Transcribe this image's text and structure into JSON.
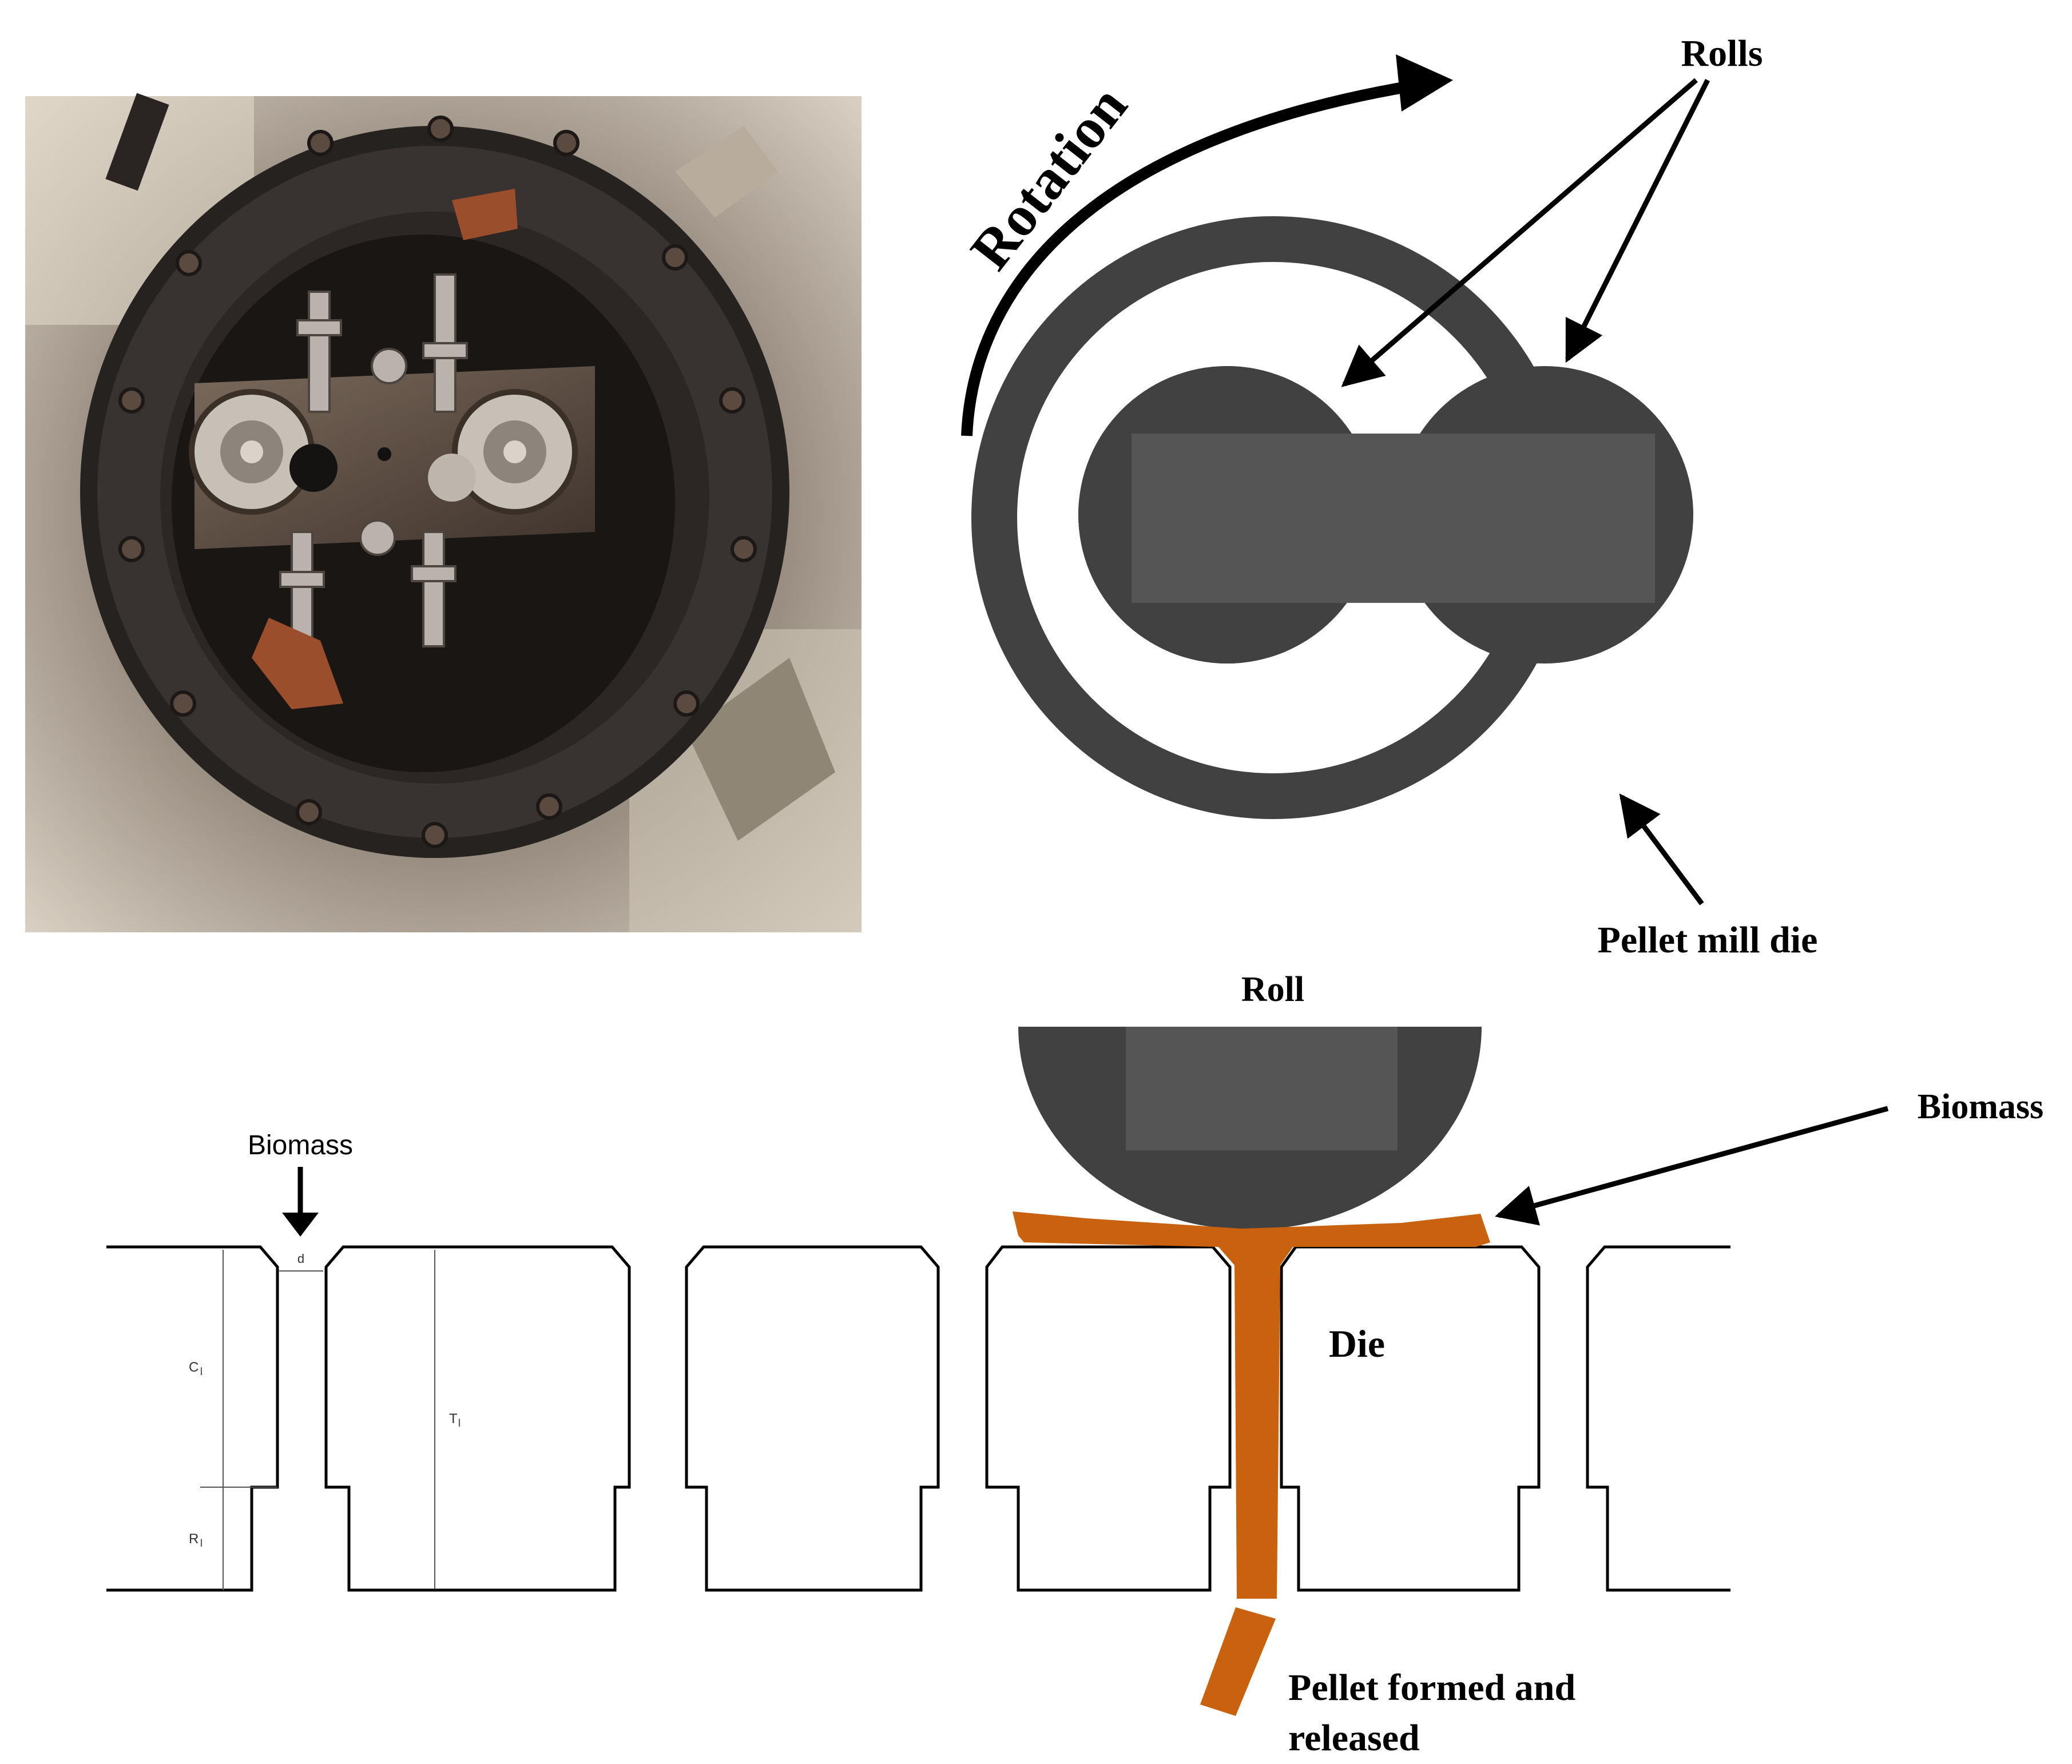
{
  "photo": {
    "alt": "Photograph of pellet mill die with two rolls"
  },
  "top_diagram": {
    "rotation_label": "Rotation",
    "rolls_label": "Rolls",
    "die_label": "Pellet mill die"
  },
  "bottom_diagram": {
    "roll_label": "Roll",
    "biomass_right_label": "Biomass",
    "biomass_left_label": "Biomass",
    "die_label": "Die",
    "pellet_label_line1": "Pellet formed and",
    "pellet_label_line2": "released",
    "dim_d": "d",
    "dim_c": "C",
    "dim_c_sub": "l",
    "dim_t": "T",
    "dim_t_sub": "l",
    "dim_r": "R",
    "dim_r_sub": "l"
  },
  "colors": {
    "die_gray": "#414141",
    "roll_inner": "#555555",
    "biomass_orange": "#c8620f",
    "outline": "#000000"
  }
}
